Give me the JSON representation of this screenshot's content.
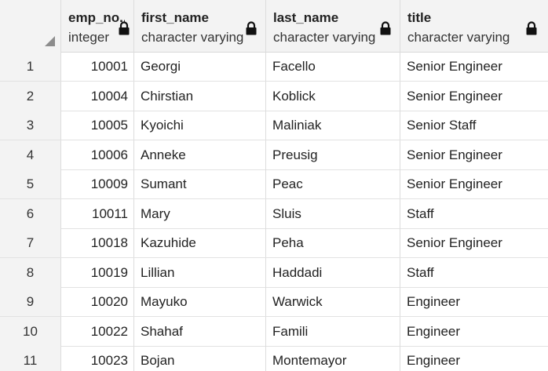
{
  "columns": [
    {
      "name": "emp_no..",
      "type": "integer"
    },
    {
      "name": "first_name",
      "type": "character varying"
    },
    {
      "name": "last_name",
      "type": "character varying"
    },
    {
      "name": "title",
      "type": "character varying"
    }
  ],
  "rows": [
    {
      "n": "1",
      "emp_no": "10001",
      "first_name": "Georgi",
      "last_name": "Facello",
      "title": "Senior Engineer"
    },
    {
      "n": "2",
      "emp_no": "10004",
      "first_name": "Chirstian",
      "last_name": "Koblick",
      "title": "Senior Engineer"
    },
    {
      "n": "3",
      "emp_no": "10005",
      "first_name": "Kyoichi",
      "last_name": "Maliniak",
      "title": "Senior Staff"
    },
    {
      "n": "4",
      "emp_no": "10006",
      "first_name": "Anneke",
      "last_name": "Preusig",
      "title": "Senior Engineer"
    },
    {
      "n": "5",
      "emp_no": "10009",
      "first_name": "Sumant",
      "last_name": "Peac",
      "title": "Senior Engineer"
    },
    {
      "n": "6",
      "emp_no": "10011",
      "first_name": "Mary",
      "last_name": "Sluis",
      "title": "Staff"
    },
    {
      "n": "7",
      "emp_no": "10018",
      "first_name": "Kazuhide",
      "last_name": "Peha",
      "title": "Senior Engineer"
    },
    {
      "n": "8",
      "emp_no": "10019",
      "first_name": "Lillian",
      "last_name": "Haddadi",
      "title": "Staff"
    },
    {
      "n": "9",
      "emp_no": "10020",
      "first_name": "Mayuko",
      "last_name": "Warwick",
      "title": "Engineer"
    },
    {
      "n": "10",
      "emp_no": "10022",
      "first_name": "Shahaf",
      "last_name": "Famili",
      "title": "Engineer"
    },
    {
      "n": "11",
      "emp_no": "10023",
      "first_name": "Bojan",
      "last_name": "Montemayor",
      "title": "Engineer"
    }
  ],
  "icons": {
    "lock": "lock-icon",
    "select_all": "select-all-corner-icon"
  },
  "colors": {
    "header_bg": "#f3f3f3",
    "grid_line": "#dcdcdc"
  }
}
